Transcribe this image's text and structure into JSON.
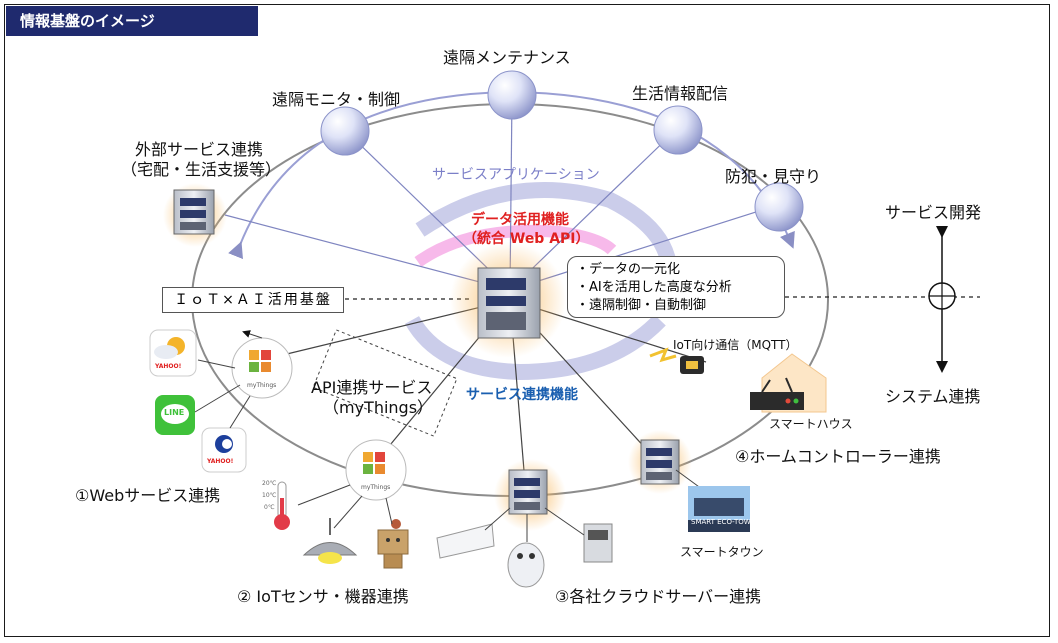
{
  "title": "情報基盤のイメージ",
  "service_apps": {
    "label": "サービスアプリケーション",
    "remote_maintenance": "遠隔メンテナンス",
    "remote_monitor": "遠隔モニタ・制御",
    "life_info": "生活情報配信",
    "security": "防犯・見守り",
    "external_line1": "外部サービス連携",
    "external_line2": "（宅配・生活支援等）"
  },
  "data_function": {
    "line1": "データ活用機能",
    "line2": "（統合 Web API）"
  },
  "callout": {
    "items": [
      "・データの一元化",
      "・AIを活用した高度な分析",
      "・遠隔制御・自動制御"
    ]
  },
  "platform_label": "ＩｏＴ×ＡＩ活用基盤",
  "axis": {
    "top": "サービス開発",
    "bottom": "システム連携"
  },
  "service_link_label": "サービス連携機能",
  "api_service": {
    "line1": "API連携サービス",
    "line2": "（myThings）"
  },
  "mqtt_label": "IoT向け通信（MQTT）",
  "smart_house": "スマートハウス",
  "smart_town": "スマートタウン",
  "smart_town_sign": "SMART ECO-TOWNS",
  "categories": {
    "web": "①Webサービス連携",
    "iot": "② IoTセンサ・機器連携",
    "cloud": "③各社クラウドサーバー連携",
    "home": "④ホームコントローラー連携"
  },
  "mythings_label": "myThings",
  "logos": {
    "yahoo": "YAHOO!",
    "line": "LINE"
  },
  "thermometer_ticks": [
    "20℃",
    "10℃",
    "0℃"
  ],
  "colors": {
    "title_bg": "#1f2a6e",
    "ring": "#c9cbe8",
    "data_fn_red": "#e02020",
    "service_blue": "#1a5fb0",
    "app_label": "#7b7fc8",
    "pink_arc": "#f5b3e6"
  }
}
